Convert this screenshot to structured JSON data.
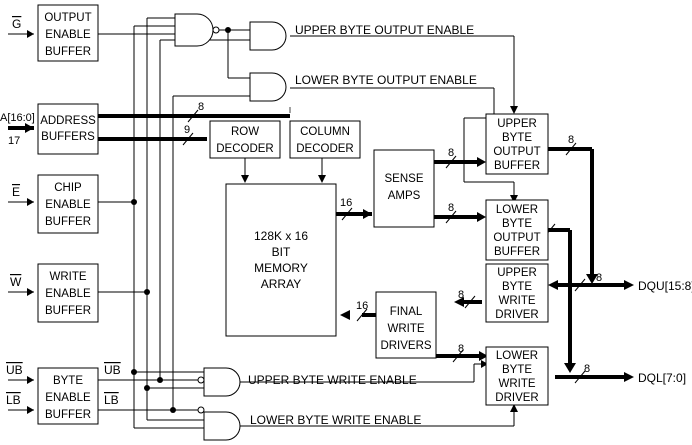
{
  "inputs": {
    "g": "G",
    "a": "A[16:0]",
    "a_count": "17",
    "e": "E",
    "w": "W",
    "ub": "UB",
    "lb": "LB"
  },
  "blocks": {
    "output_enable": [
      "OUTPUT",
      "ENABLE",
      "BUFFER"
    ],
    "address": [
      "ADDRESS",
      "BUFFERS"
    ],
    "chip_enable": [
      "CHIP",
      "ENABLE",
      "BUFFER"
    ],
    "write_enable": [
      "WRITE",
      "ENABLE",
      "BUFFER"
    ],
    "byte_enable": [
      "BYTE",
      "ENABLE",
      "BUFFER"
    ],
    "byte_ub_tap": "UB",
    "byte_lb_tap": "LB",
    "row_decoder": [
      "ROW",
      "DECODER"
    ],
    "column_decoder": [
      "COLUMN",
      "DECODER"
    ],
    "memory_array": [
      "128K x 16",
      "BIT",
      "MEMORY",
      "ARRAY"
    ],
    "sense_amps": [
      "SENSE",
      "AMPS"
    ],
    "final_write": [
      "FINAL",
      "WRITE",
      "DRIVERS"
    ],
    "upper_out": [
      "UPPER",
      "BYTE",
      "OUTPUT",
      "BUFFER"
    ],
    "lower_out": [
      "LOWER",
      "BYTE",
      "OUTPUT",
      "BUFFER"
    ],
    "upper_write": [
      "UPPER",
      "BYTE",
      "WRITE",
      "DRIVER"
    ],
    "lower_write": [
      "LOWER",
      "BYTE",
      "WRITE",
      "DRIVER"
    ]
  },
  "signals": {
    "upper_output_enable": "UPPER BYTE OUTPUT ENABLE",
    "lower_output_enable": "LOWER BYTE OUTPUT ENABLE",
    "upper_write_enable": "UPPER BYTE WRITE ENABLE",
    "lower_write_enable": "LOWER BYTE WRITE ENABLE"
  },
  "outputs": {
    "dqu": "DQU[15:8]",
    "dql": "DQL[7:0]"
  },
  "bus_widths": {
    "addr_col": "8",
    "addr_row": "9",
    "array_sense": "16",
    "sense_upper": "8",
    "sense_lower": "8",
    "upper_out": "8",
    "dqu_bus": "8",
    "dql_bus": "8",
    "upper_write_in": "8",
    "lower_write_in": "8",
    "final_array": "16"
  }
}
